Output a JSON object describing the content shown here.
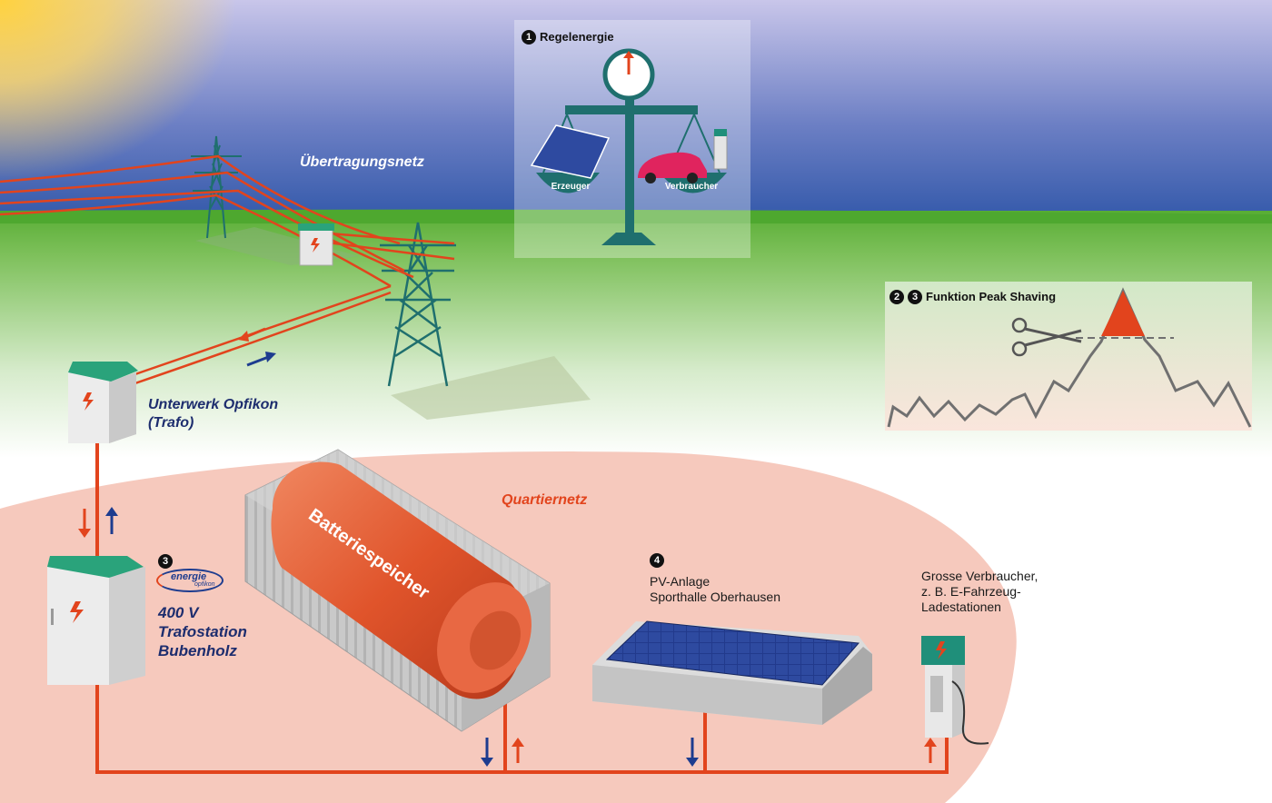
{
  "labels": {
    "transmission": "Übertragungsnetz",
    "substation_line1": "Unterwerk Opfikon",
    "substation_line2": "(Trafo)",
    "district_grid": "Quartiernetz",
    "battery": "Batteriespeicher",
    "trafo_line1": "400 V",
    "trafo_line2": "Trafostation",
    "trafo_line3": "Bubenholz",
    "pv_line1": "PV-Anlage",
    "pv_line2": "Sporthalle Oberhausen",
    "consumers_line1": "Grosse Verbraucher,",
    "consumers_line2": "z. B. E-Fahrzeug-",
    "consumers_line3": "Ladestationen"
  },
  "badges": {
    "b1": "1",
    "b2": "2",
    "b3": "3",
    "b3_trafo": "3",
    "b4": "4"
  },
  "regelenergie": {
    "title": "Regelenergie",
    "left_pan": "Erzeuger",
    "right_pan": "Verbraucher"
  },
  "peak_shaving": {
    "title": "Funktion Peak Shaving"
  },
  "logo": {
    "brand": "energie",
    "sub": "opfikon"
  },
  "colors": {
    "line_red": "#e2441d",
    "arrow_blue": "#1d3c8f",
    "teal": "#1f6f6e",
    "district_fill": "#f6c9bd",
    "grass": "#5bb038"
  }
}
